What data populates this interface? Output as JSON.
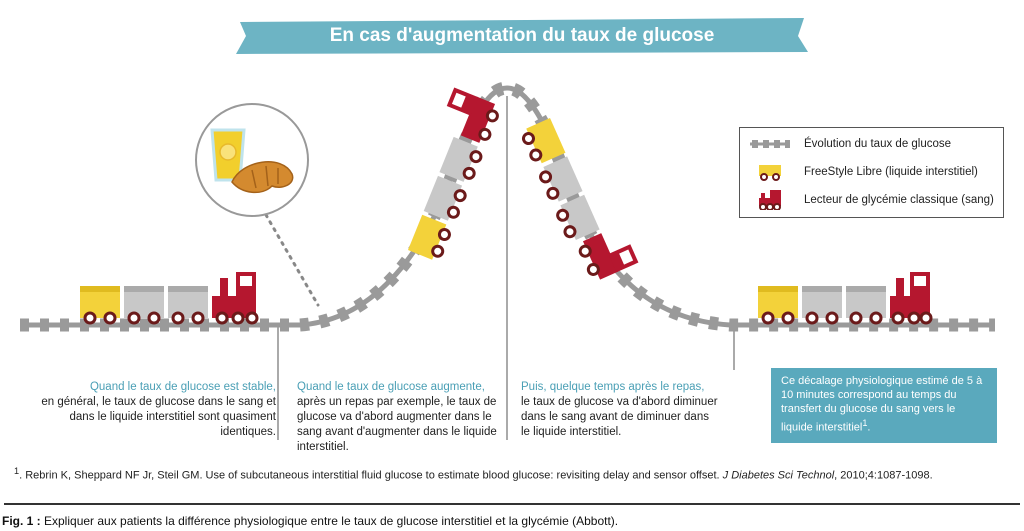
{
  "title": "En cas d'augmentation du taux de glucose",
  "legend": {
    "items": [
      {
        "label": "Évolution du taux de glucose",
        "icon": "track-icon"
      },
      {
        "label": "FreeStyle Libre (liquide interstitiel)",
        "icon": "yellow-wagon-icon"
      },
      {
        "label": "Lecteur de glycémie classique (sang)",
        "icon": "red-locomotive-icon"
      }
    ]
  },
  "captions": {
    "stable_highlight": "Quand le taux de glucose est stable,",
    "stable_body": "en général, le taux de glucose dans le sang et dans le liquide interstitiel sont quasiment identiques.",
    "rise_highlight": "Quand le taux de glucose augmente,",
    "rise_body": "après un repas par exemple, le taux de glucose va d'abord augmenter dans le sang avant d'augmenter dans le liquide interstitiel.",
    "fall_highlight": "Puis, quelque temps après le repas,",
    "fall_body": "le taux de glucose va d'abord diminuer dans le sang avant de diminuer dans le liquide interstitiel."
  },
  "info_box": {
    "text": "Ce décalage physiologique estimé de 5 à 10 minutes correspond au temps du transfert du glucose du sang vers le liquide interstitiel",
    "sup": "1",
    "end": "."
  },
  "reference": {
    "sup": "1",
    "authors": ". Rebrin K, Sheppard NF Jr, Steil GM. Use of subcutaneous interstitial fluid glucose to estimate blood glucose: revisiting delay and sensor offset. ",
    "journal": "J Diabetes Sci Technol",
    "details": ", 2010;4:1087-1098."
  },
  "figure_caption": {
    "label": "Fig. 1 :",
    "text": " Expliquer aux patients la différence physiologique entre le taux de glucose interstitiel et la glycémie (Abbott)."
  },
  "colors": {
    "teal": "#5aa9bd",
    "teal_text": "#4a9fb5",
    "yellow": "#f3d23a",
    "grey_wagon": "#c8c8c8",
    "red": "#b5172f",
    "track": "#9a9a9a"
  }
}
